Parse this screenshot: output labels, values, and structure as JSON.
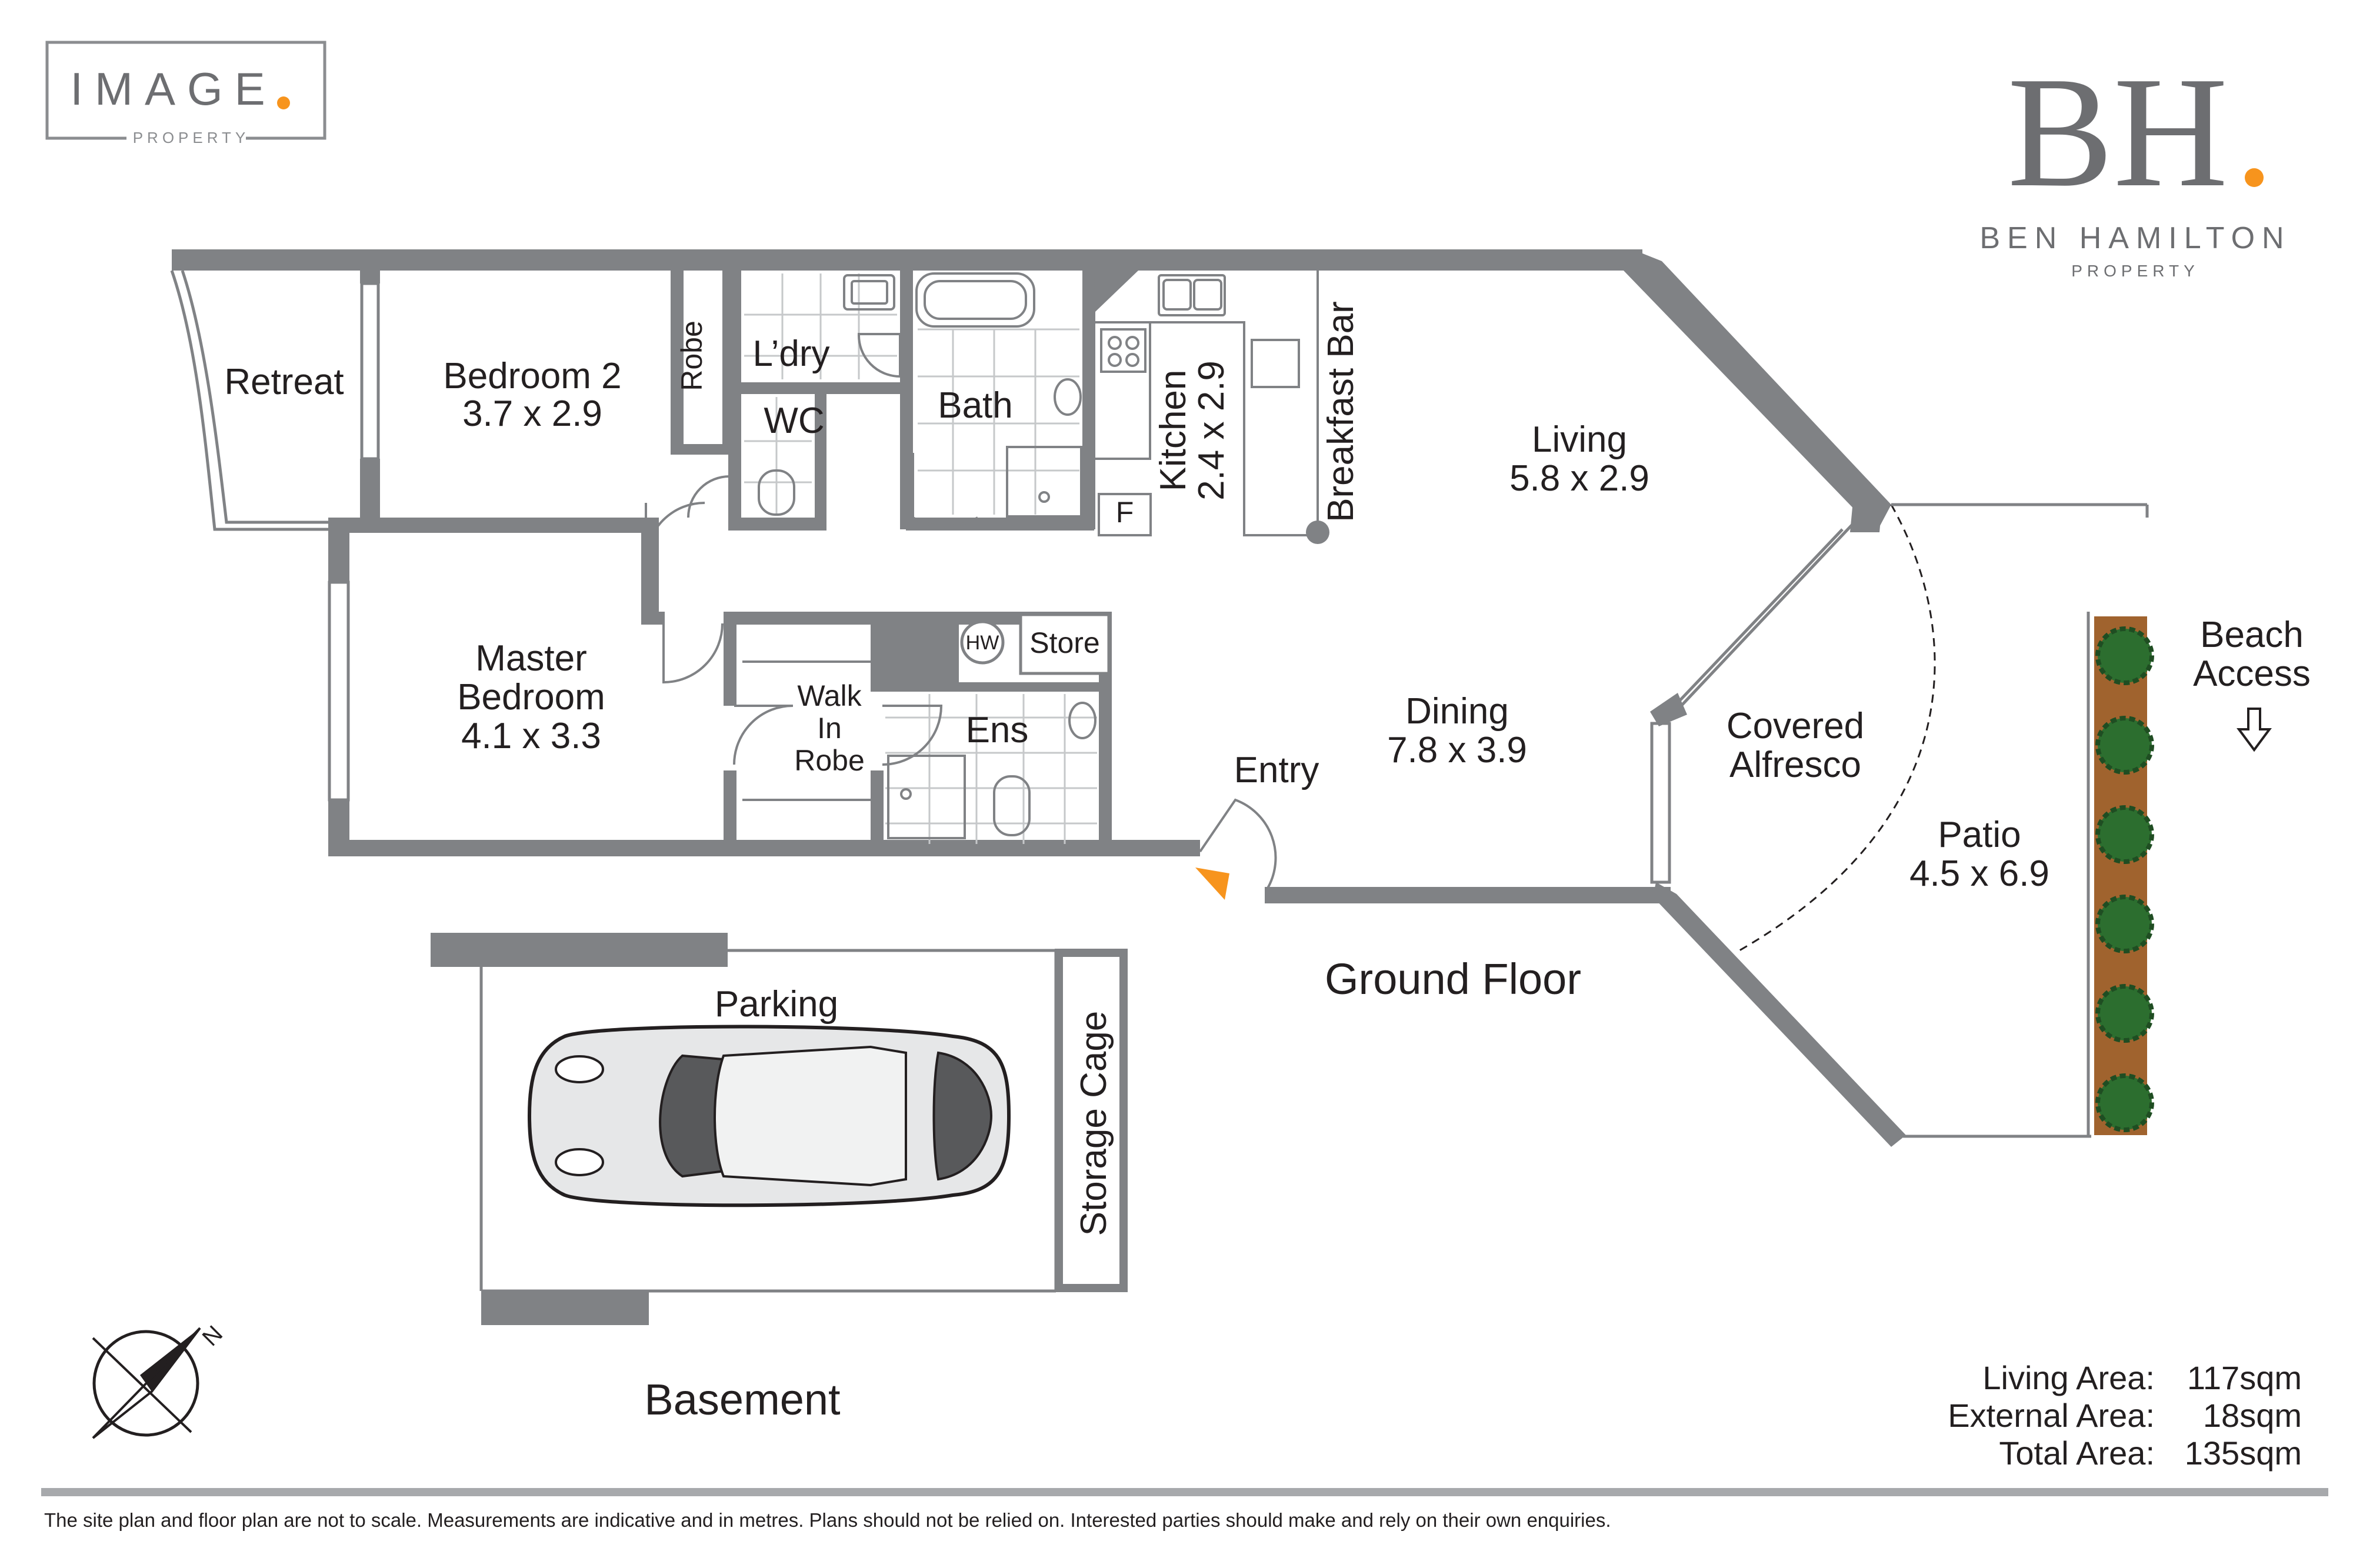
{
  "branding": {
    "image_logo_text": "IMAGE",
    "image_logo_sub": "PROPERTY",
    "bh_monogram": "BH",
    "bh_name": "BEN HAMILTON",
    "bh_sub": "PROPERTY",
    "accent_color": "#f7941d",
    "wall_color": "#808285"
  },
  "rooms": {
    "retreat": "Retreat",
    "bedroom2_name": "Bedroom 2",
    "bedroom2_size": "3.7 x 2.9",
    "robe": "Robe",
    "laundry": "L’dry",
    "wc": "WC",
    "bath": "Bath",
    "kitchen_name": "Kitchen",
    "kitchen_size": "2.4 x 2.9",
    "fridge": "F",
    "breakfast_bar": "Breakfast Bar",
    "living_name": "Living",
    "living_size": "5.8 x 2.9",
    "master_line1": "Master",
    "master_line2": "Bedroom",
    "master_size": "4.1 x 3.3",
    "wir_line1": "Walk",
    "wir_line2": "In",
    "wir_line3": "Robe",
    "hw": "HW",
    "store": "Store",
    "ensuite": "Ens",
    "dining_name": "Dining",
    "dining_size": "7.8 x 3.9",
    "entry": "Entry",
    "alfresco_line1": "Covered",
    "alfresco_line2": "Alfresco",
    "patio_name": "Patio",
    "patio_size": "4.5 x 6.9",
    "beach_line1": "Beach",
    "beach_line2": "Access",
    "parking": "Parking",
    "storage_cage": "Storage Cage"
  },
  "floors": {
    "ground": "Ground Floor",
    "basement": "Basement"
  },
  "compass": {
    "north": "N"
  },
  "areas": [
    {
      "label": "Living Area:",
      "value": "117sqm"
    },
    {
      "label": "External Area:",
      "value": "18sqm"
    },
    {
      "label": "Total Area:",
      "value": "135sqm"
    }
  ],
  "disclaimer": "The site plan and floor plan are not to scale. Measurements are indicative and in metres.  Plans should not be relied on. Interested parties should make and rely on their own enquiries."
}
